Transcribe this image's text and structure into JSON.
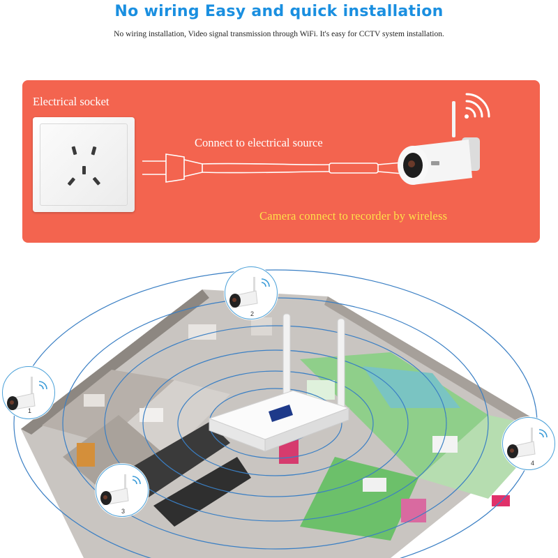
{
  "header": {
    "title": "No wiring Easy and quick installation",
    "subtitle": "No wiring installation,  Video signal transmission through WiFi. It's easy for CCTV system installation."
  },
  "panel": {
    "socket_label": "Electrical socket",
    "connect_label": "Connect to electrical source",
    "wireless_label": "Camera connect to recorder by wireless",
    "background_color": "#f3644f",
    "wireless_label_color": "#ffe14a"
  },
  "cameras": [
    {
      "number": "1"
    },
    {
      "number": "2"
    },
    {
      "number": "3"
    },
    {
      "number": "4"
    }
  ],
  "colors": {
    "title_blue": "#1a8fe0",
    "signal_ring": "#3a7fc4"
  },
  "icons": [
    "power-socket-icon",
    "power-plug-icon",
    "bullet-camera-icon",
    "wifi-signal-icon",
    "wifi-recorder-icon"
  ]
}
